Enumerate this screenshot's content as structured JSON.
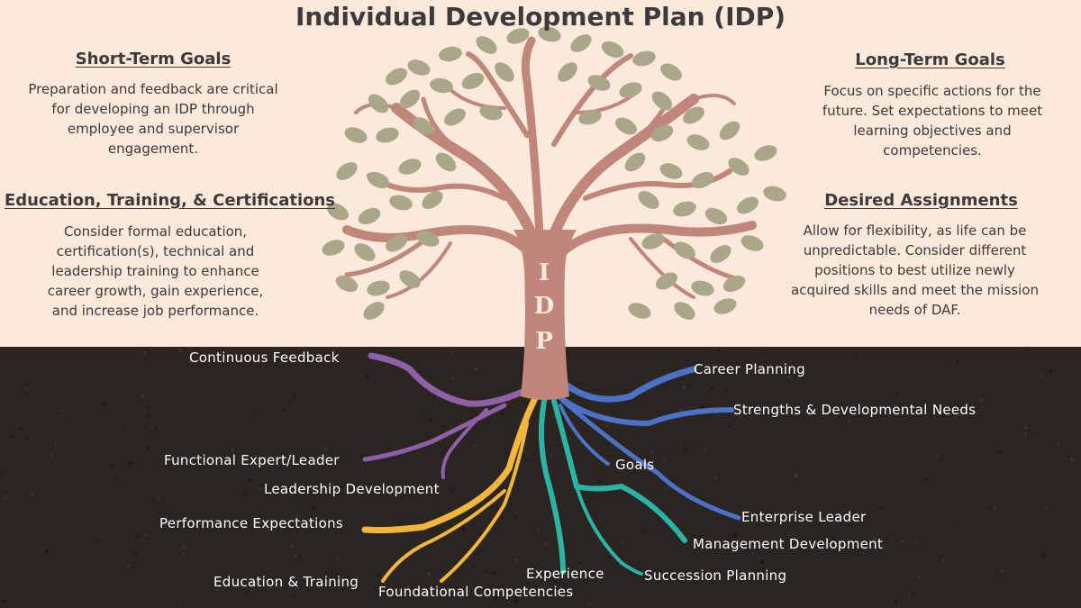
{
  "title": "Individual Development Plan (IDP)",
  "sections": {
    "short_term": {
      "heading": "Short-Term Goals",
      "body": "Preparation and feedback are critical for developing an IDP through employee and supervisor engagement."
    },
    "education": {
      "heading": "Education, Training, & Certifications",
      "body": "Consider formal education, certification(s), technical and leadership training to enhance career growth, gain experience, and increase job performance."
    },
    "long_term": {
      "heading": "Long-Term Goals",
      "body": "Focus on specific actions for the future. Set expectations to meet learning objectives and competencies."
    },
    "assignments": {
      "heading": "Desired Assignments",
      "body": "Allow for flexibility, as life can be unpredictable. Consider different positions to best utilize newly acquired skills and meet the mission needs of DAF."
    }
  },
  "trunk_letters": [
    "I",
    "D",
    "P"
  ],
  "roots": {
    "continuous_feedback": "Continuous Feedback",
    "functional_expert": "Functional Expert/Leader",
    "leadership_development": "Leadership Development",
    "performance_expectations": "Performance Expectations",
    "education_training": "Education & Training",
    "foundational_competencies": "Foundational Competencies",
    "experience": "Experience",
    "succession_planning": "Succession Planning",
    "management_development": "Management Development",
    "enterprise_leader": "Enterprise Leader",
    "goals": "Goals",
    "strengths_needs": "Strengths & Developmental Needs",
    "career_planning": "Career Planning"
  },
  "colors": {
    "background": "#fbe9dc",
    "soil": "#2b2522",
    "trunk": "#c0867a",
    "leaf": "#aaa68a",
    "text": "#3d3a39",
    "root_purple": "#8f5fa8",
    "root_yellow": "#f2b63a",
    "root_teal": "#2bb3a6",
    "root_blue": "#4c72c8"
  }
}
